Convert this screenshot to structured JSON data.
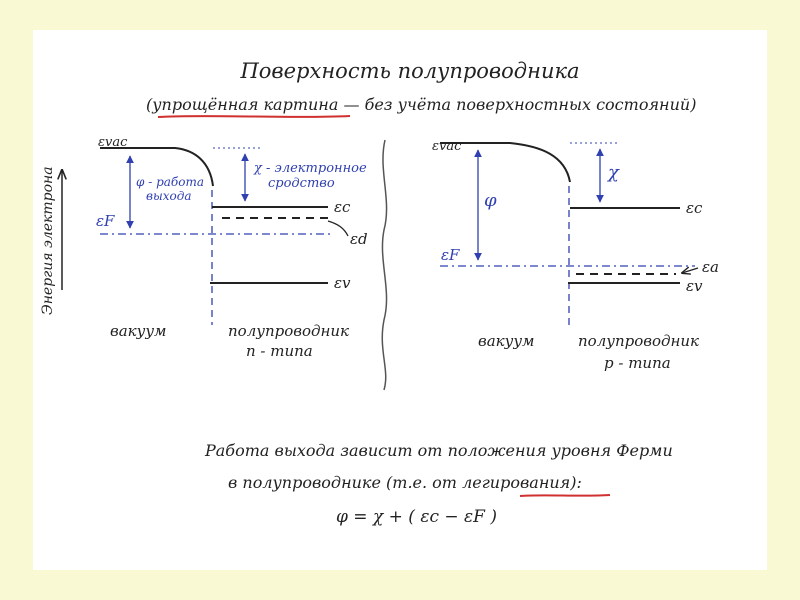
{
  "title": "Поверхность полупроводника",
  "subtitle_underlined": "упрощённая картина",
  "subtitle_rest": "— без учёта поверхностных состояний",
  "y_axis_label": "Энергия электрона",
  "left": {
    "vac": "εvac",
    "phi": "φ - работа",
    "phi2": "выхода",
    "chi": "χ - электронное",
    "chi2": "сродство",
    "ef": "εF",
    "ec": "εc",
    "ed": "εd",
    "ev": "εv",
    "vacuum": "вакуум",
    "semi": "полупроводник",
    "type": "n - типа"
  },
  "right": {
    "vac": "εvac",
    "phi": "φ",
    "chi": "χ",
    "ec": "εc",
    "ef": "εF",
    "ea": "εa",
    "ev": "εv",
    "vacuum": "вакуум",
    "semi": "полупроводник",
    "type": "p - типа"
  },
  "note": {
    "line1": "Работа выхода зависит от положения уровня Ферми",
    "line2_pre": "в полупроводнике   (т.е. от",
    "line2_ul": "легирования",
    "line2_post": "):",
    "formula": "φ = χ + ( εc − εF )"
  },
  "colors": {
    "ink": "#222222",
    "blue": "#3040b0",
    "red": "#d03030",
    "paper": "#ffffff",
    "bg": "#f9f9d3"
  }
}
